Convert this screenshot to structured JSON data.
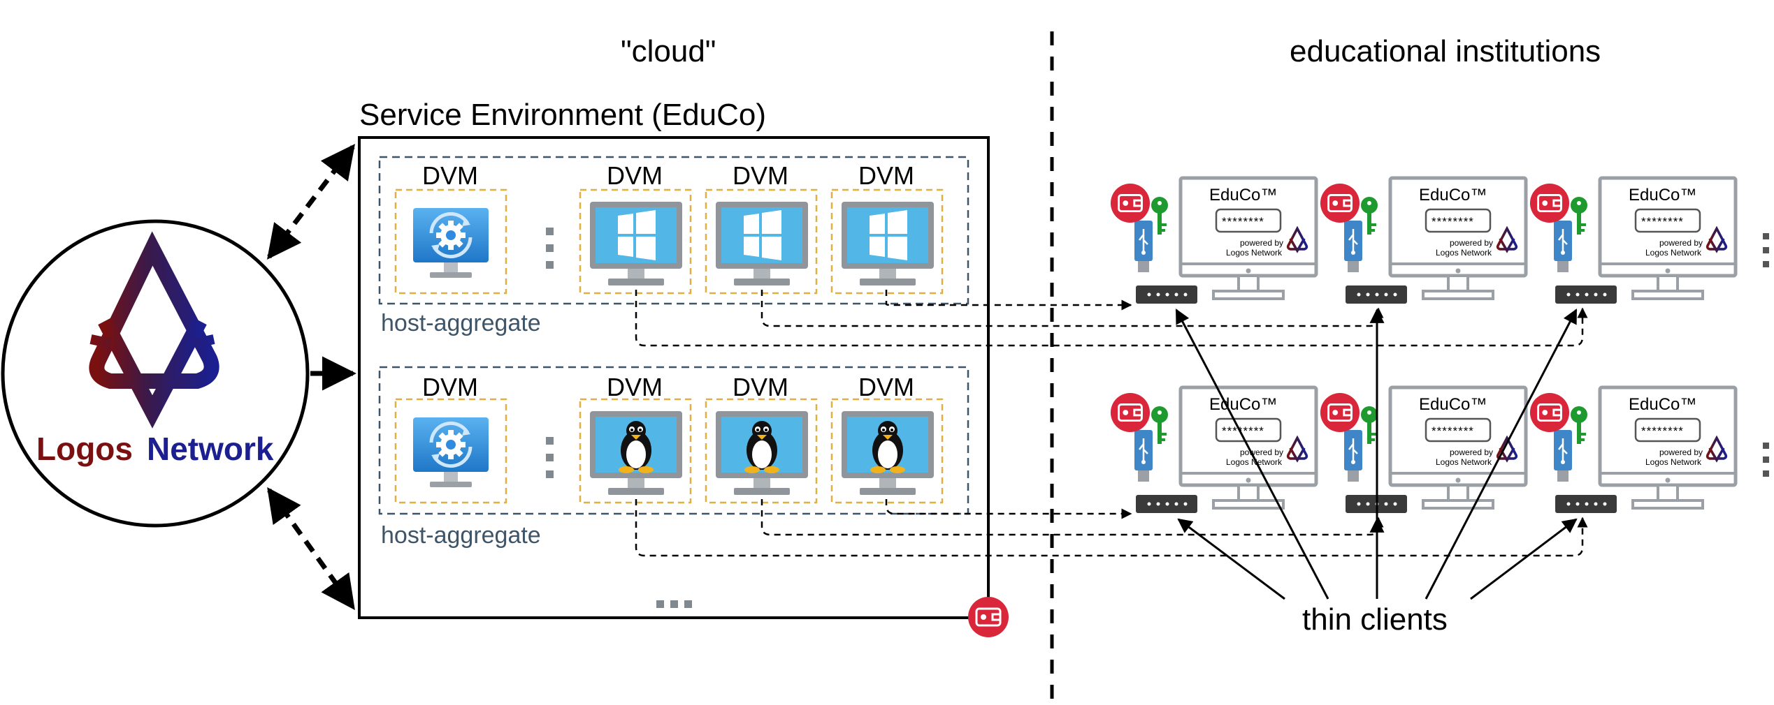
{
  "headings": {
    "cloud": "\"cloud\"",
    "institutions": "educational institutions"
  },
  "service_environment": {
    "title": "Service Environment (EduCo)"
  },
  "aggregates": [
    {
      "label": "host-aggregate",
      "os": "windows",
      "dvms": [
        {
          "label": "DVM",
          "icon": "vm-manager-icon"
        },
        {
          "label": "DVM",
          "icon": "windows-monitor-icon"
        },
        {
          "label": "DVM",
          "icon": "windows-monitor-icon"
        },
        {
          "label": "DVM",
          "icon": "windows-monitor-icon"
        }
      ]
    },
    {
      "label": "host-aggregate",
      "os": "linux",
      "dvms": [
        {
          "label": "DVM",
          "icon": "vm-manager-icon"
        },
        {
          "label": "DVM",
          "icon": "linux-monitor-icon"
        },
        {
          "label": "DVM",
          "icon": "linux-monitor-icon"
        },
        {
          "label": "DVM",
          "icon": "linux-monitor-icon"
        }
      ]
    }
  ],
  "logo": {
    "word1": "Logos",
    "word2": "Network"
  },
  "thin_client_screen": {
    "title": "EduCo™",
    "password": "********",
    "powered_line1": "powered by",
    "powered_line2": "Logos Network"
  },
  "thin_clients_label": "thin clients",
  "colors": {
    "logo_red": "#7a1010",
    "logo_blue": "#1b1f8f",
    "aggregate_border": "#3e5569",
    "dvm_border": "#e0b040",
    "wallet_red": "#d9263a",
    "key_green": "#1f9a2f",
    "usb_blue": "#3f86c9",
    "monitor_gray": "#9aa0a6",
    "router_dark": "#3a3a3a"
  }
}
